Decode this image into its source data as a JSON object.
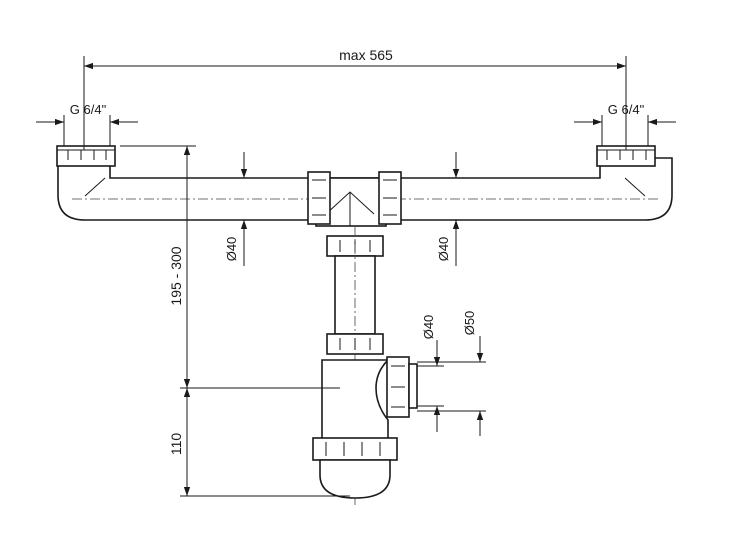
{
  "dimensions": {
    "overall_width": "max 565",
    "inlet_left_thread": "G 6/4\"",
    "inlet_right_thread": "G 6/4\"",
    "pipe_left_diameter": "Ø40",
    "pipe_right_diameter": "Ø40",
    "height_range": "195 - 300",
    "outlet_inner_diameter": "Ø40",
    "outlet_outer_diameter": "Ø50",
    "trap_height": "110"
  },
  "colors": {
    "line": "#1a1a1a",
    "background": "#ffffff"
  }
}
